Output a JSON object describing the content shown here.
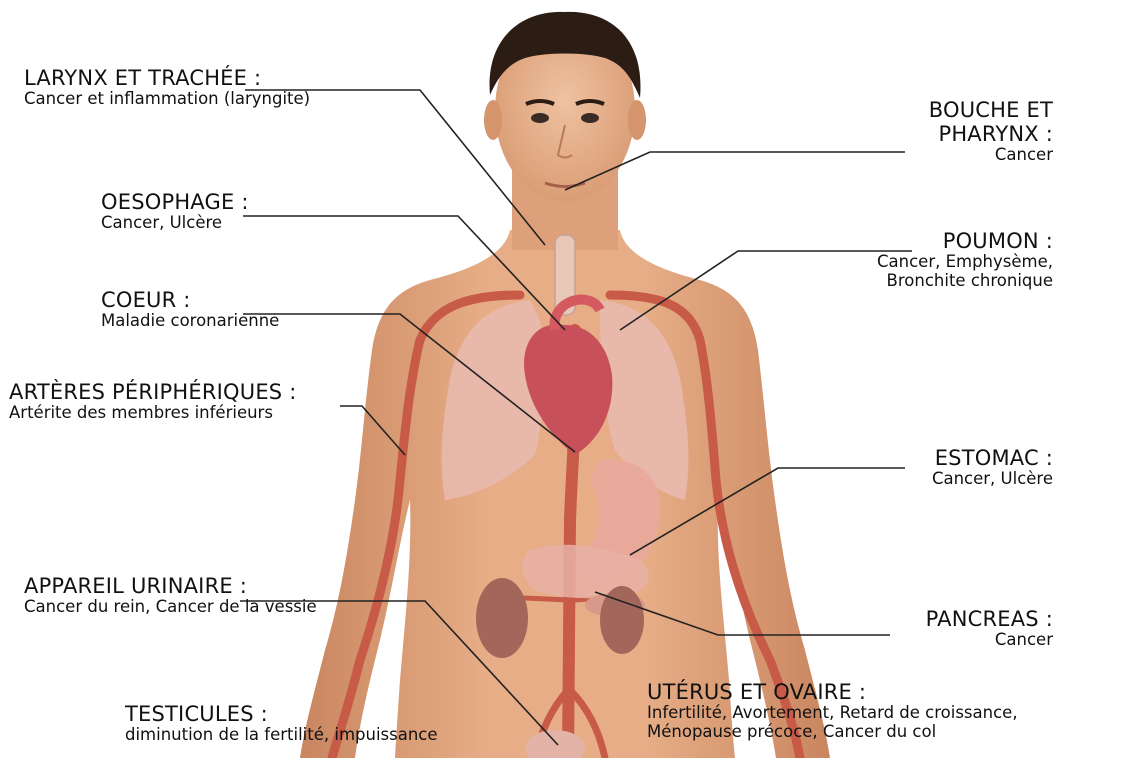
{
  "labels": {
    "larynx": {
      "title": "LARYNX ET TRACHÉE :",
      "desc": "Cancer et inflammation (laryngite)"
    },
    "oesophage": {
      "title": "OESOPHAGE :",
      "desc": "Cancer, Ulcère"
    },
    "coeur": {
      "title": "COEUR :",
      "desc": "Maladie coronarienne"
    },
    "arteres": {
      "title": "ARTÈRES PÉRIPHÉRIQUES :",
      "desc": "Artérite des membres inférieurs"
    },
    "urinaire": {
      "title": "APPAREIL URINAIRE :",
      "desc": "Cancer du rein, Cancer de la vessie"
    },
    "testicules": {
      "title": "TESTICULES :",
      "desc": "diminution de la fertilité, impuissance"
    },
    "bouche": {
      "title_line1": "BOUCHE ET",
      "title_line2": "PHARYNX :",
      "desc": "Cancer"
    },
    "poumon": {
      "title": "POUMON :",
      "desc_line1": "Cancer, Emphysème,",
      "desc_line2": "Bronchite chronique"
    },
    "estomac": {
      "title": "ESTOMAC :",
      "desc": "Cancer, Ulcère"
    },
    "pancreas": {
      "title": "PANCREAS :",
      "desc": "Cancer"
    },
    "uterus": {
      "title": "UTÉRUS ET OVAIRE :",
      "desc_line1": "Infertilité, Avortement, Retard de croissance,",
      "desc_line2": "Ménopause précoce, Cancer du col"
    }
  },
  "colors": {
    "skin": "#e2a57c",
    "skin_shadow": "#c98660",
    "hair": "#2b1d14",
    "artery": "#c85a48",
    "lung": "#e8b9ae",
    "heart": "#c8505a",
    "kidney": "#a2675a",
    "leader_line": "#222222"
  }
}
